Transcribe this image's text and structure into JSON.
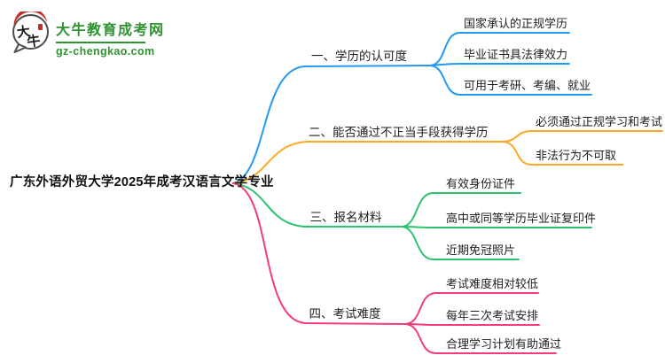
{
  "logo": {
    "site_name": "大牛教育成考网",
    "site_url": "gz-chengkao.com",
    "icon_text_top": "大",
    "icon_text_bottom": "牛",
    "brand_green": "#2E9330",
    "brand_red": "#C62F28"
  },
  "mindmap": {
    "root": {
      "label": "广东外语外贸大学2025年成考汉语言文学专业"
    },
    "branches": [
      {
        "label": "一、学历的认可度",
        "color": "#2499F1",
        "children": [
          "国家承认的正规学历",
          "毕业证书具法律效力",
          "可用于考研、考编、就业"
        ]
      },
      {
        "label": "二、能否通过不正当手段获得学历",
        "color": "#FFA827",
        "children": [
          "必须通过正规学习和考试",
          "非法行为不可取"
        ]
      },
      {
        "label": "三、报名材料",
        "color": "#2CC36F",
        "children": [
          "有效身份证件",
          "高中或同等学历毕业证复印件",
          "近期免冠照片"
        ]
      },
      {
        "label": "四、考试难度",
        "color": "#F43B7F",
        "children": [
          "考试难度相对较低",
          "每年三次考试安排",
          "合理学习计划有助通过"
        ]
      }
    ]
  }
}
